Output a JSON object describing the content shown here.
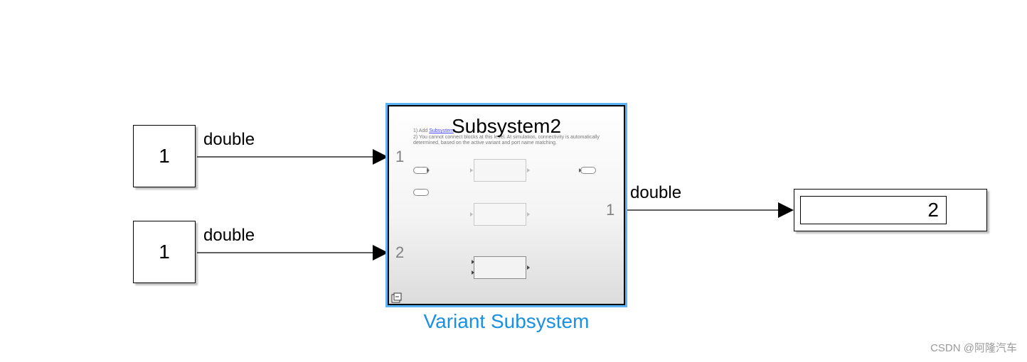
{
  "constants": [
    {
      "value": "1",
      "signal_type": "double"
    },
    {
      "value": "1",
      "signal_type": "double"
    }
  ],
  "subsystem": {
    "title": "Subsystem2",
    "block_name": "Variant Subsystem",
    "input_ports": [
      "1",
      "2"
    ],
    "output_ports": [
      "1"
    ],
    "note_prefix": "1) Add ",
    "note_link": "Subsystem",
    "note_line2": "2) You cannot connect blocks at this level. At simulation, connectivity is automatically",
    "note_line3": "determined, based on the active variant and port name matching."
  },
  "output_signal_type": "double",
  "display": {
    "value": "2"
  },
  "watermark": "CSDN @阿隆汽车",
  "colors": {
    "selection": "#5ab4f5",
    "block_label": "#1a90e0"
  }
}
